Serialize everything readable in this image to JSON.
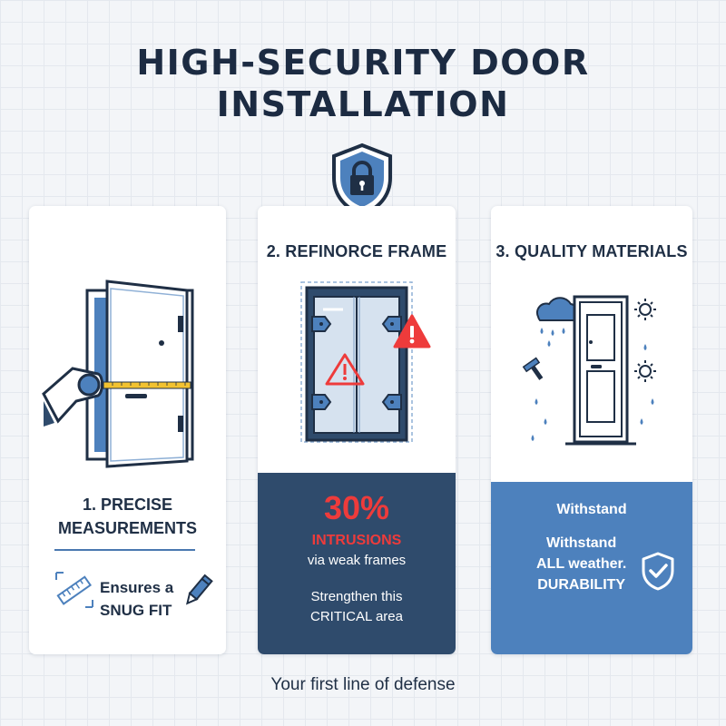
{
  "title": {
    "line1": "HIGH-SECURITY DOOR",
    "line2": "INSTALLATION"
  },
  "cards": [
    {
      "heading": "1. PRECISE",
      "heading2": "MEASUREMENTS",
      "note_line1": "Ensures a",
      "note_line2": "SNUG FIT"
    },
    {
      "heading": "2. REFINORCE FRAME",
      "stat": "30%",
      "stat_label": "INTRUSIONS",
      "stat_note": "via weak frames",
      "cta_line1": "Strengthen this",
      "cta_line2": "CRITICAL area"
    },
    {
      "heading": "3. QUALITY MATERIALS",
      "panel_heading": "Withstand",
      "body_line1": "Withstand",
      "body_line2": "ALL weather.",
      "body_line3": "DURABILITY"
    }
  ],
  "footer": "Your first line of defense",
  "colors": {
    "navy": "#1f2f45",
    "accent_blue": "#4d81bd",
    "dark_panel": "#2f4b6c",
    "alert_red": "#ee3b3b"
  },
  "icons": [
    "padlock-shield-icon",
    "door-measure-icon",
    "ruler-icon",
    "pencil-icon",
    "reinforced-door-icon",
    "warning-icon",
    "weather-door-icon",
    "check-shield-icon"
  ]
}
